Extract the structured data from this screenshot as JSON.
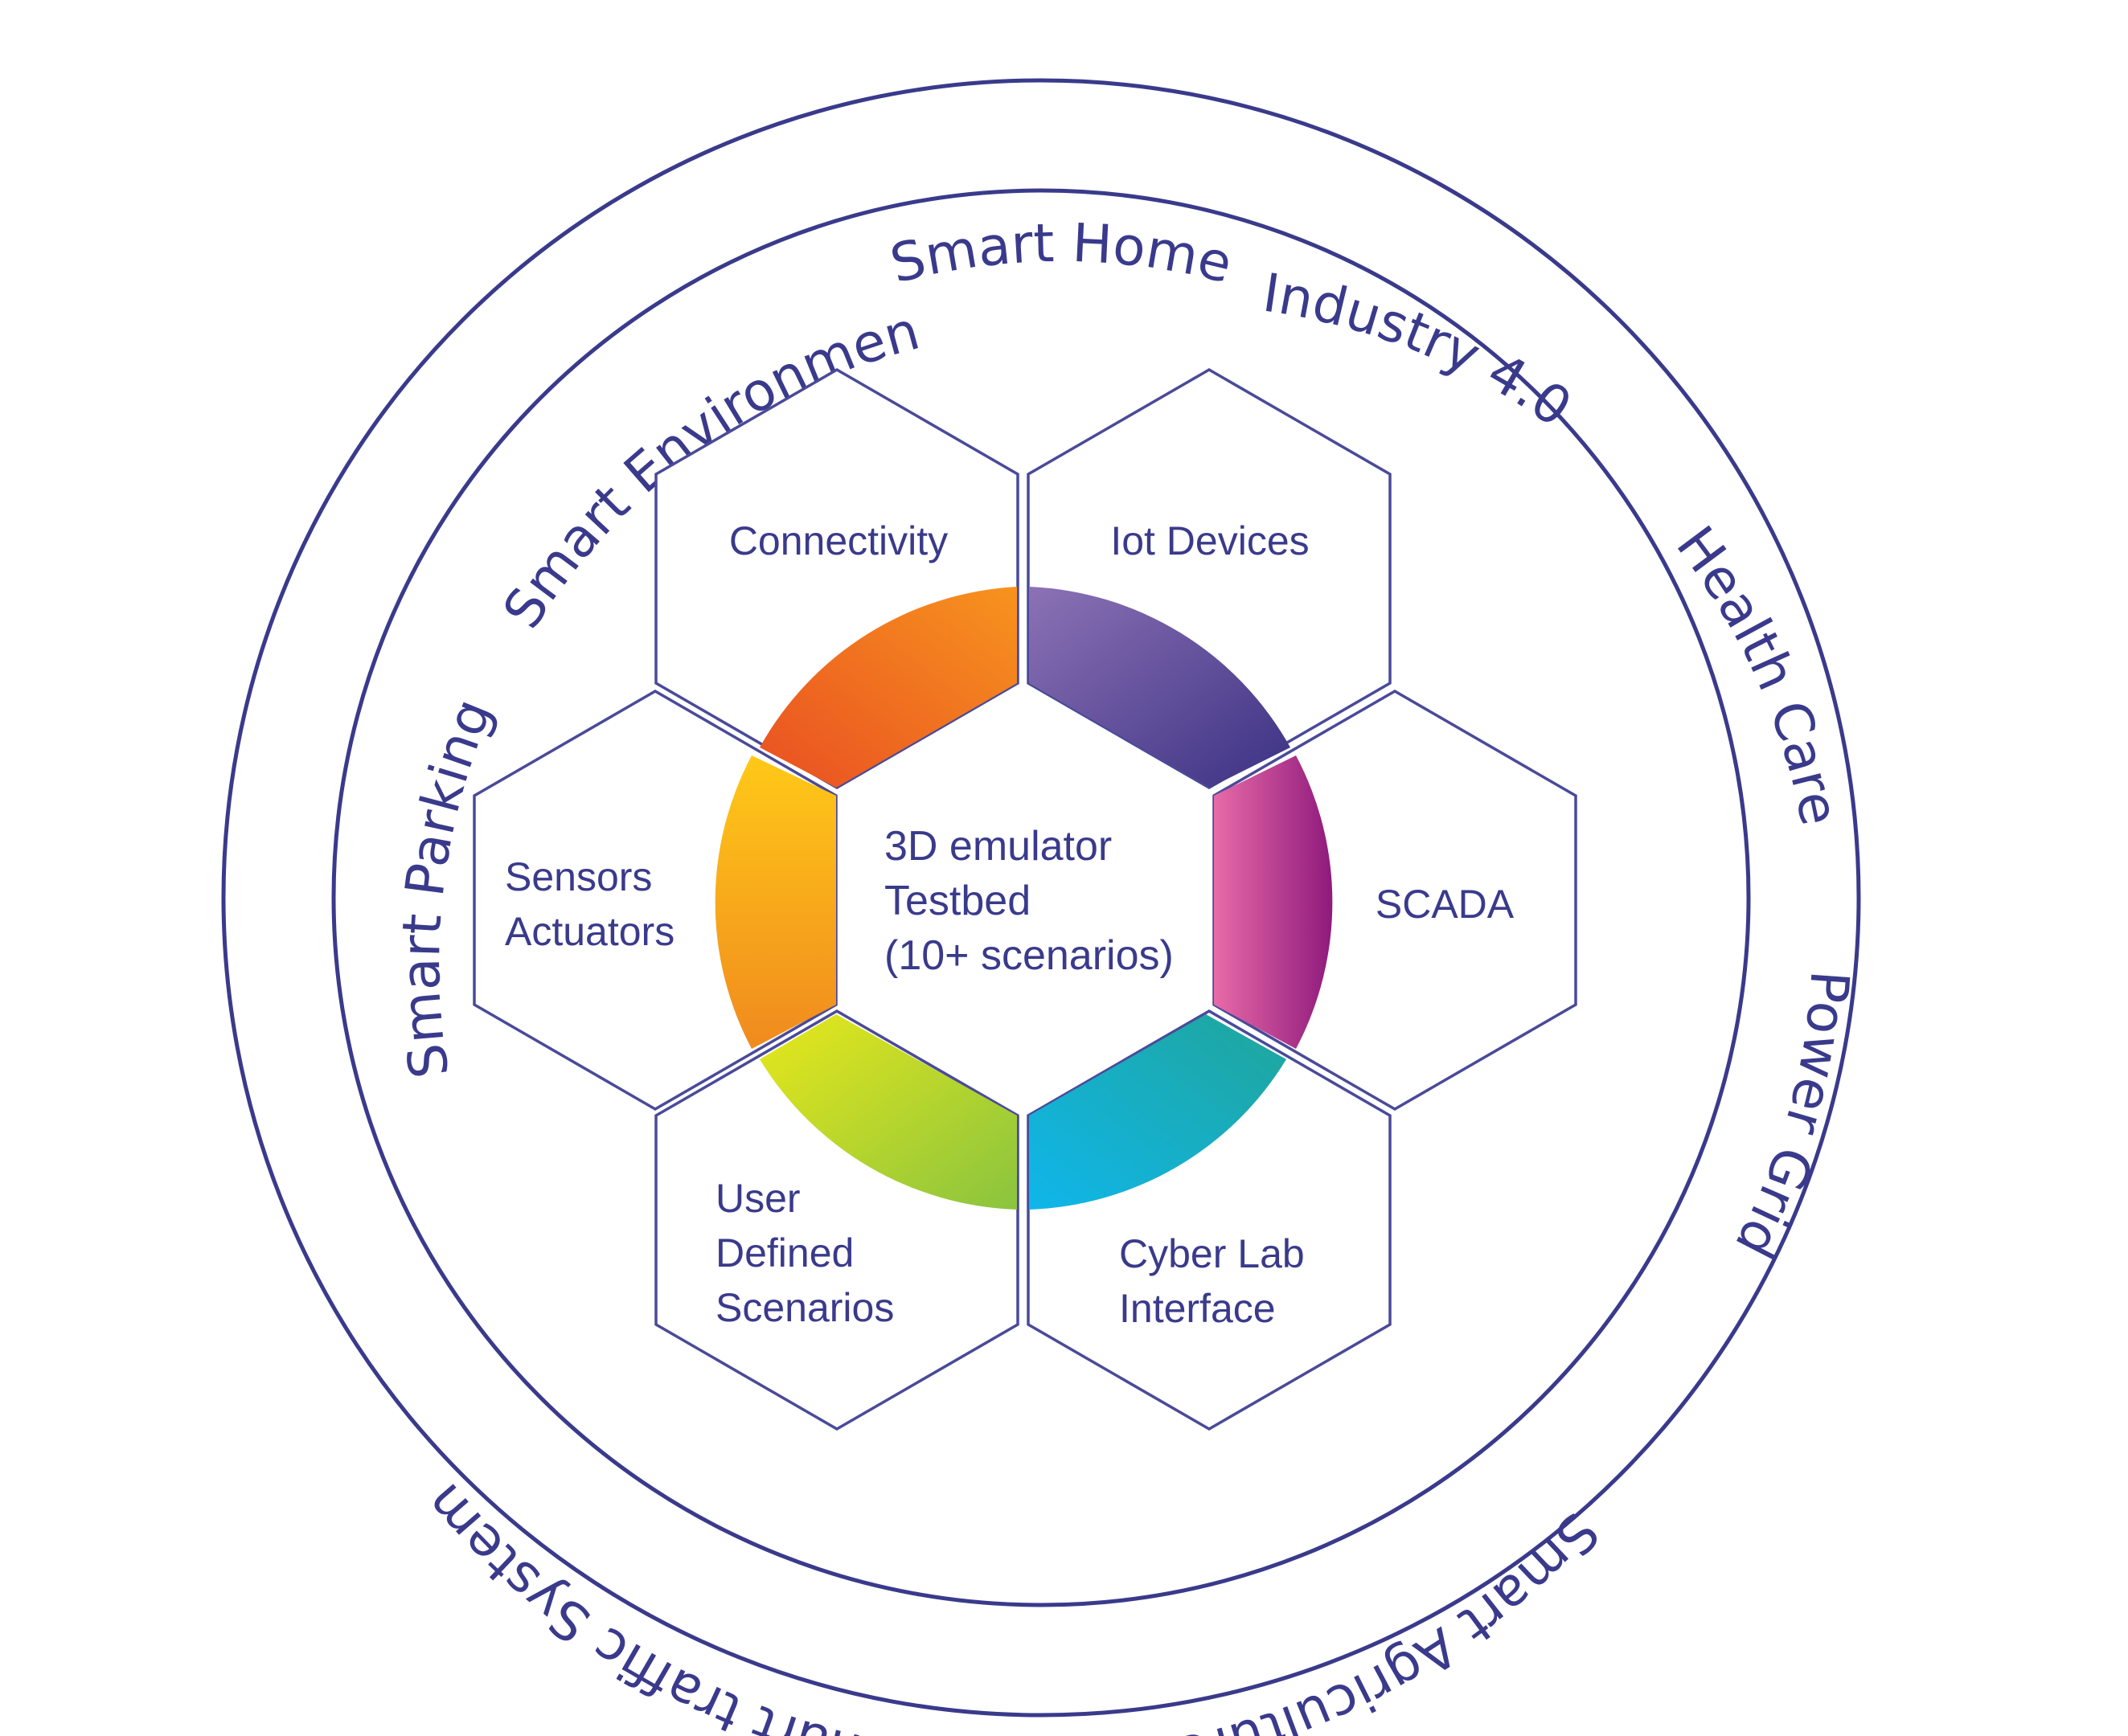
{
  "outer_ring_labels": {
    "top": "Smart Home",
    "industry": "Industry 4.0",
    "health": "Health Care",
    "power": "Power Grid",
    "agriculture": "Smart Agriculture",
    "traffic": "Smart traffic System",
    "parking": "Smart Parking",
    "environment": "Smart Environment"
  },
  "hexagons": {
    "connectivity": [
      "Connectivity"
    ],
    "iot": [
      "Iot Devices"
    ],
    "sensors": [
      "Sensors",
      "Actuators"
    ],
    "scada": [
      "SCADA"
    ],
    "user": [
      "User",
      "Defined",
      "Scenarios"
    ],
    "cyber": [
      "Cyber Lab",
      "Interface"
    ]
  },
  "center": {
    "line1": "3D emulator",
    "line2": "Testbed",
    "line3": "(10+ scenarios)"
  },
  "colors": {
    "stroke": "#3a3a8c",
    "segment_orange": "#ef6a1f",
    "segment_purple": "#4f3f8f",
    "segment_magenta": "#b02a8c",
    "segment_cyan": "#1aa7d6",
    "segment_green": "#a9c93a",
    "segment_yellow": "#f7b21a"
  }
}
